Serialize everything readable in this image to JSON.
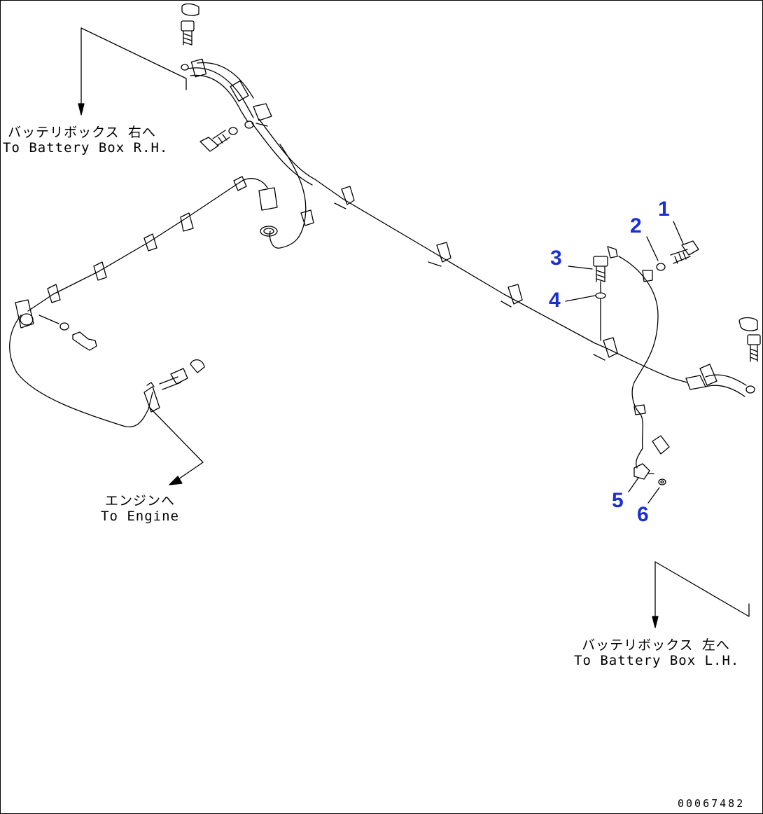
{
  "labels": {
    "battery_rh_jp": "バッテリボックス 右へ",
    "battery_rh_en": "To Battery Box R.H.",
    "battery_lh_jp": "バッテリボックス 左へ",
    "battery_lh_en": "To Battery Box L.H.",
    "engine_jp": "エンジンへ",
    "engine_en": "To Engine"
  },
  "callouts": [
    "1",
    "2",
    "3",
    "4",
    "5",
    "6"
  ],
  "figure_number": "00067482",
  "colors": {
    "line": "#000000",
    "callout": "#1a2fd6",
    "background": "#ffffff"
  }
}
